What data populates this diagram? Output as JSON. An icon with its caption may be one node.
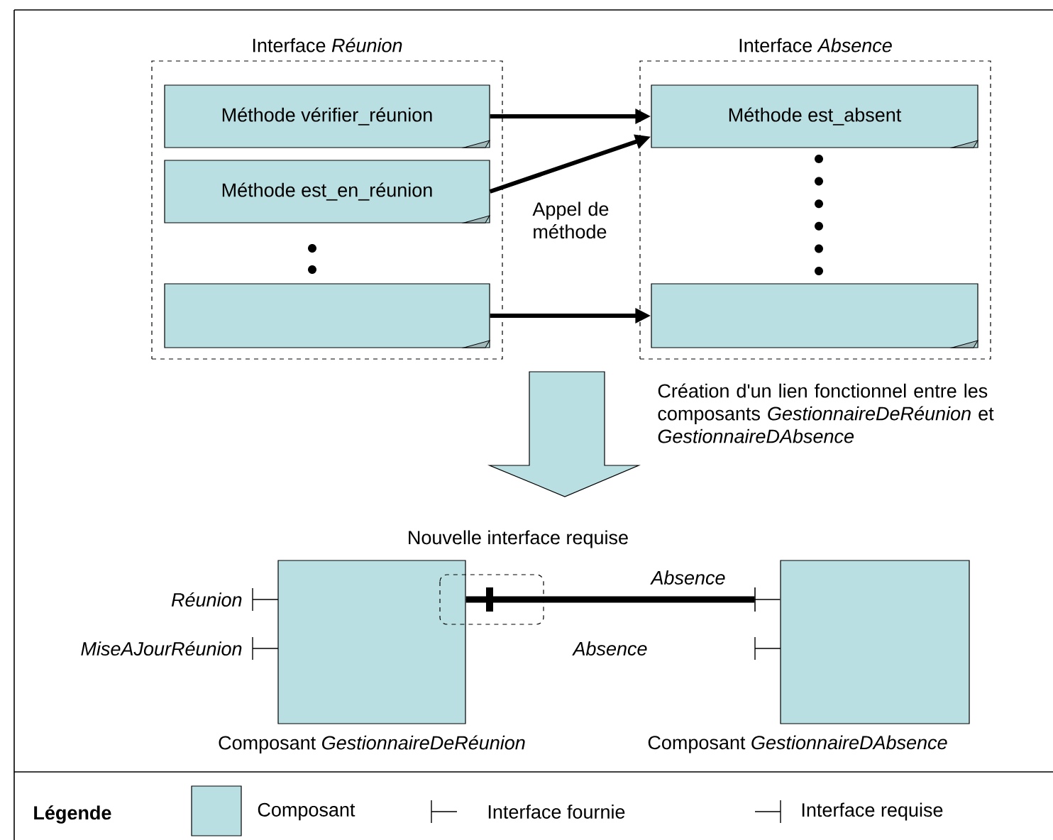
{
  "diagram": {
    "nodes": [
      {
        "text": [
          "Interface *Réunion*"
        ]
      },
      {
        "text": [
          "Méthode vérifier_réunion"
        ],
        "in": 0
      },
      {
        "text": [
          "Méthode est_en_réunion"
        ],
        "in": 0
      },
      {
        "text": [],
        "shape": "box",
        "in": 0
      },
      {
        "text": [
          "Interface *Absence*"
        ]
      },
      {
        "text": [
          "Méthode est_absent"
        ],
        "in": 4
      },
      {
        "text": [],
        "shape": "box",
        "in": 4
      },
      {
        "text": [],
        "shape": "box",
        "beside": [
          "Composant *GestionnaireDeRéunion*"
        ]
      },
      {
        "text": [],
        "shape": "box",
        "beside": [
          "Composant *GestionnaireDAbsence*"
        ]
      }
    ],
    "edges": [
      {
        "from": 1,
        "to": 5,
        "arrow": "to"
      },
      {
        "from": 2,
        "to": 5,
        "arrow": "to"
      },
      {
        "from": 3,
        "to": 6,
        "arrow": "to"
      },
      {
        "from": 7,
        "to": 8,
        "arrow": "none",
        "label": "Absence"
      }
    ],
    "labels": [
      "Appel de méthode",
      "Création d'un lien fonctionnel entre les composants *GestionnaireDeRéunion* et *GestionnaireDAbsence*",
      "Nouvelle interface requise",
      "Réunion",
      "MiseAJourRéunion",
      "Absence",
      "Légende"
    ],
    "legend": [
      {
        "text": "Composant",
        "color": "#b9dfe2"
      },
      {
        "text": "Interface fournie"
      },
      {
        "text": "Interface requise"
      }
    ]
  }
}
